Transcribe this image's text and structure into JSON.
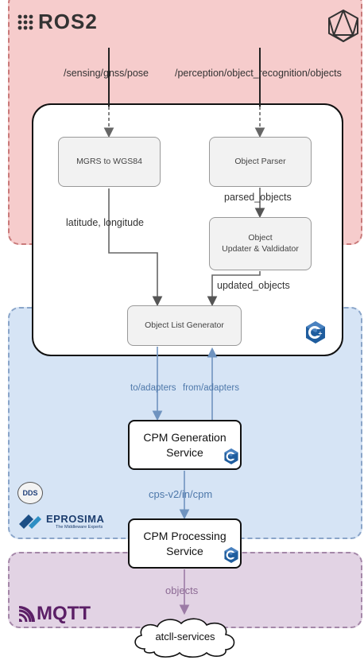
{
  "layers": {
    "ros": {
      "logo_text": "ROS2",
      "logo_icon": "ros-dots-icon",
      "corner_icon": "polyhedron-icon"
    },
    "dds": {
      "badge_text": "DDS",
      "vendor_name": "EPROSIMA",
      "vendor_tagline": "The Middleware Experts"
    },
    "mqtt": {
      "logo_text": "MQTT",
      "logo_icon": "mqtt-waves-icon"
    }
  },
  "topics": {
    "sensing": "/sensing/gnss/pose",
    "perception": "/perception/object_recognition/objects"
  },
  "nodes": {
    "mgrs": "MGRS to WGS84",
    "parser": "Object Parser",
    "updater_line1": "Object",
    "updater_line2": "Updater & Valdidator",
    "list_generator": "Object List Generator"
  },
  "edges": {
    "lat_lon": "latitude, longitude",
    "parsed": "parsed_objects",
    "updated": "updated_objects",
    "to_adapters": "to/adapters",
    "from_adapters": "from/adapters",
    "cps_topic": "cps-v2/in/cpm",
    "mqtt_topic": "objects"
  },
  "services": {
    "generation_line1": "CPM Generation",
    "generation_line2": "Service",
    "processing_line1": "CPM Processing",
    "processing_line2": "Service"
  },
  "cloud": {
    "label": "atcll-services"
  },
  "icons": {
    "cpp": "cpp-logo-icon"
  },
  "colors": {
    "ros_bg": "#f6cccc",
    "dds_bg": "#d6e4f5",
    "mqtt_bg": "#e2d3e4",
    "dds_arrow": "#6f93bf",
    "mqtt_arrow": "#9c7ba6",
    "cpp_blue": "#1f5d9e"
  }
}
